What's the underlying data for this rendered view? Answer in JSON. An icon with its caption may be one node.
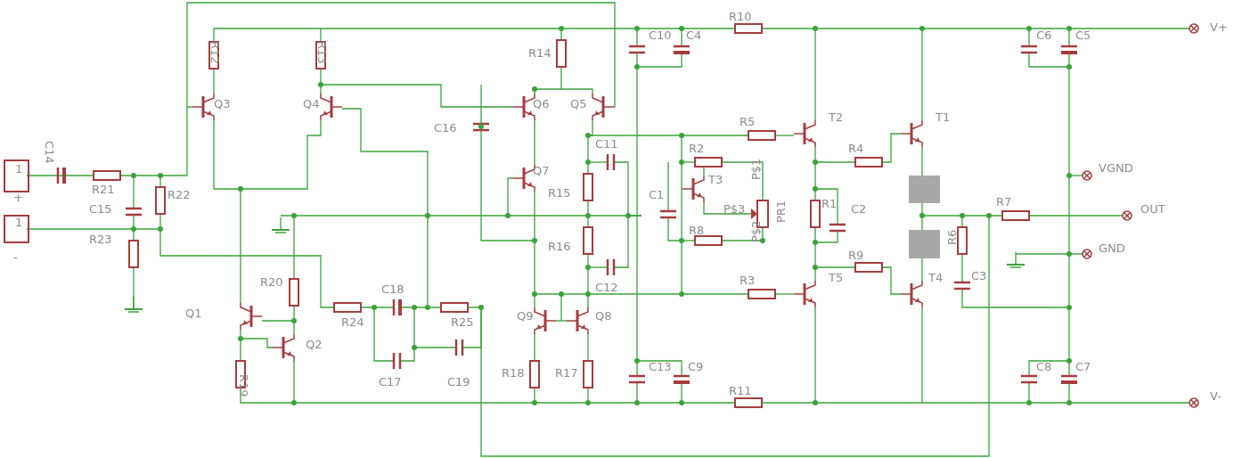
{
  "diagram": {
    "labels": [
      "V+",
      "R10",
      "R12",
      "R13",
      "C10",
      "C4",
      "C6",
      "C5",
      "R14",
      "Q3",
      "Q4",
      "Q6",
      "Q5",
      "C16",
      "R5",
      "T2",
      "T1",
      "C11",
      "R2",
      "R4",
      "C14",
      "1",
      "+",
      "R21",
      "Q7",
      "VGND",
      "R22",
      "T3",
      "P$1",
      "C15",
      "R15",
      "C1",
      "R1",
      "C2",
      "1",
      "-",
      "P$3",
      "PR1",
      "OUT",
      "R7",
      "R23",
      "R16",
      "R8",
      "P$2",
      "R6",
      "GND",
      "C12",
      "R9",
      "T5",
      "R20",
      "T4",
      "C3",
      "Q1",
      "C18",
      "R3",
      "R24",
      "R25",
      "Q9",
      "Q8",
      "Q2",
      "R18",
      "R17",
      "C13",
      "C9",
      "C8",
      "C7",
      "R19",
      "C17",
      "C19",
      "R11",
      "V-"
    ]
  }
}
